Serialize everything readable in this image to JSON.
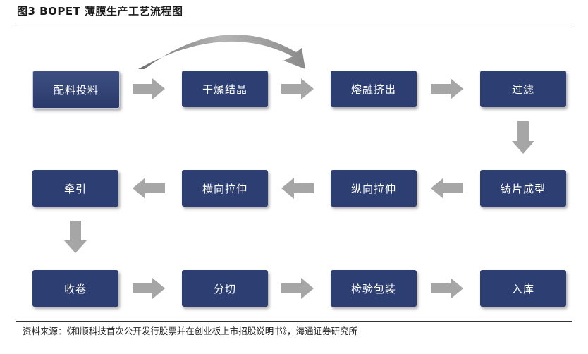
{
  "figure": {
    "title": "图3  BOPET 薄膜生产工艺流程图",
    "source": "资料来源：《和顺科技首次公开发行股票并在创业板上市招股说明书》，海通证券研究所"
  },
  "steps": [
    "配料投料",
    "干燥结晶",
    "熔融挤出",
    "过滤",
    "铸片成型",
    "纵向拉伸",
    "横向拉伸",
    "牵引",
    "收卷",
    "分切",
    "检验包装",
    "入库"
  ],
  "colors": {
    "box": "#2d3f72",
    "arrow": "#a6a6a6",
    "arc": "#8c8c8c"
  }
}
